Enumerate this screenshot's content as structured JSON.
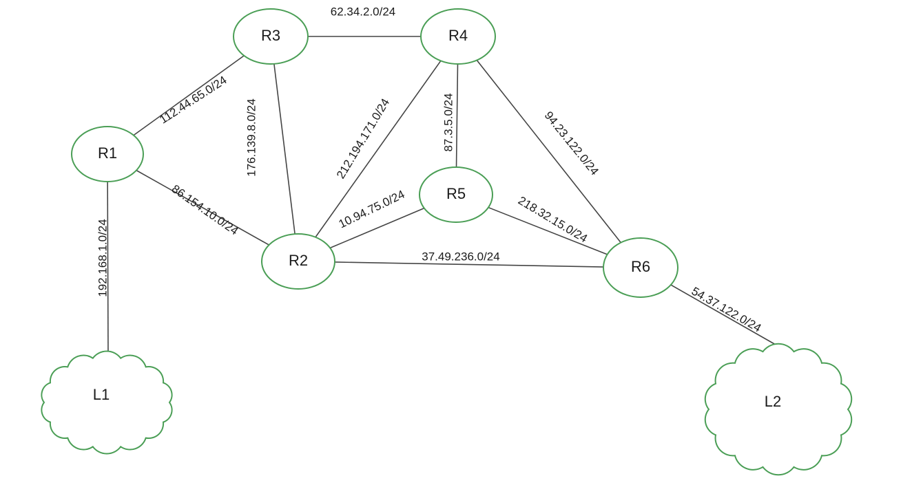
{
  "colors": {
    "node_stroke": "#4a9e55",
    "link_stroke": "#444444",
    "background": "#ffffff"
  },
  "nodes": [
    {
      "id": "R1",
      "label": "R1",
      "kind": "router"
    },
    {
      "id": "R2",
      "label": "R2",
      "kind": "router"
    },
    {
      "id": "R3",
      "label": "R3",
      "kind": "router"
    },
    {
      "id": "R4",
      "label": "R4",
      "kind": "router"
    },
    {
      "id": "R5",
      "label": "R5",
      "kind": "router"
    },
    {
      "id": "R6",
      "label": "R6",
      "kind": "router"
    },
    {
      "id": "L1",
      "label": "L1",
      "kind": "lan-cloud"
    },
    {
      "id": "L2",
      "label": "L2",
      "kind": "lan-cloud"
    }
  ],
  "links": [
    {
      "from": "R3",
      "to": "R4",
      "subnet": "62.34.2.0/24"
    },
    {
      "from": "R1",
      "to": "R3",
      "subnet": "112.44.65.0/24"
    },
    {
      "from": "R3",
      "to": "R2",
      "subnet": "176.139.8.0/24"
    },
    {
      "from": "R2",
      "to": "R4",
      "subnet": "212.194.171.0/24"
    },
    {
      "from": "R4",
      "to": "R5",
      "subnet": "87.3.5.0/24"
    },
    {
      "from": "R4",
      "to": "R6",
      "subnet": "94.23.122.0/24"
    },
    {
      "from": "R1",
      "to": "R2",
      "subnet": "86.154.10.0/24"
    },
    {
      "from": "R2",
      "to": "R5",
      "subnet": "10.94.75.0/24"
    },
    {
      "from": "R5",
      "to": "R6",
      "subnet": "218.32.15.0/24"
    },
    {
      "from": "R2",
      "to": "R6",
      "subnet": "37.49.236.0/24"
    },
    {
      "from": "R1",
      "to": "L1",
      "subnet": "192.168.1.0/24"
    },
    {
      "from": "R6",
      "to": "L2",
      "subnet": "54.37.122.0/24"
    }
  ]
}
